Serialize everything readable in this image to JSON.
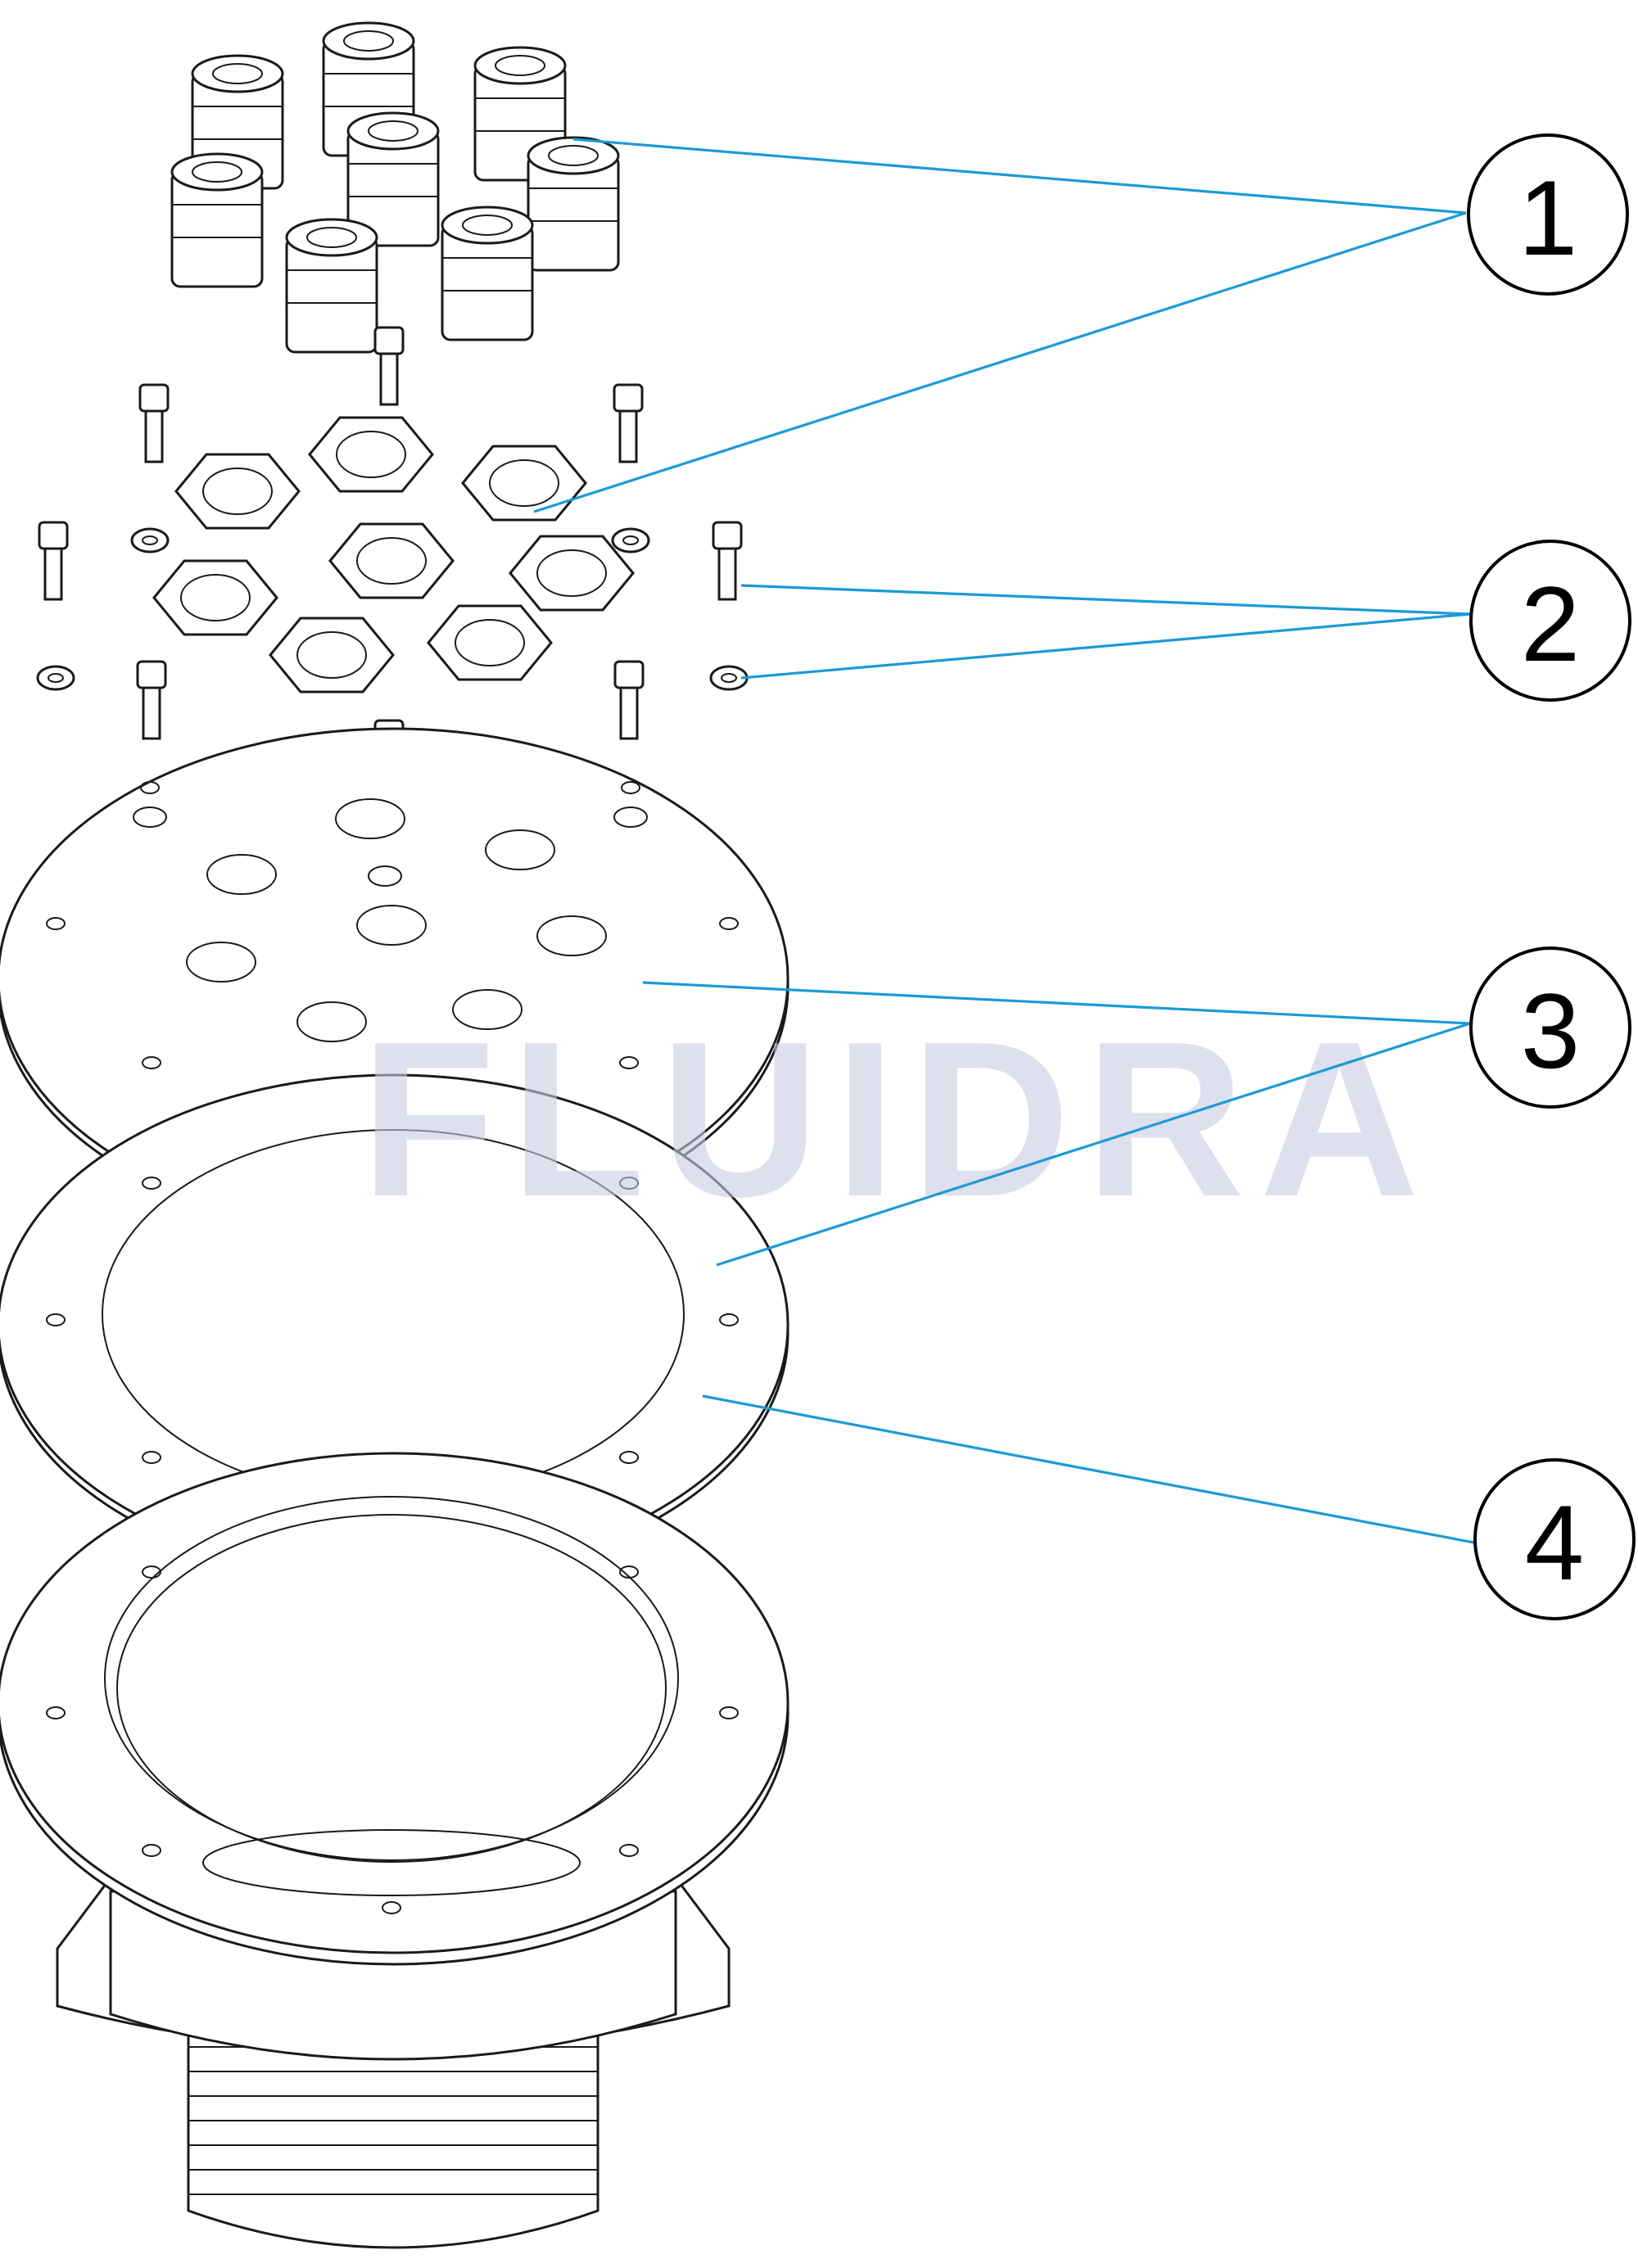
{
  "watermark": {
    "text": "FLUIDRA",
    "color": "#c9cce3"
  },
  "callouts": [
    {
      "number": "1"
    },
    {
      "number": "2"
    },
    {
      "number": "3"
    },
    {
      "number": "4"
    }
  ],
  "colors": {
    "leader": "#1c9ad6",
    "outline": "#1a1a1a",
    "background": "#ffffff"
  }
}
